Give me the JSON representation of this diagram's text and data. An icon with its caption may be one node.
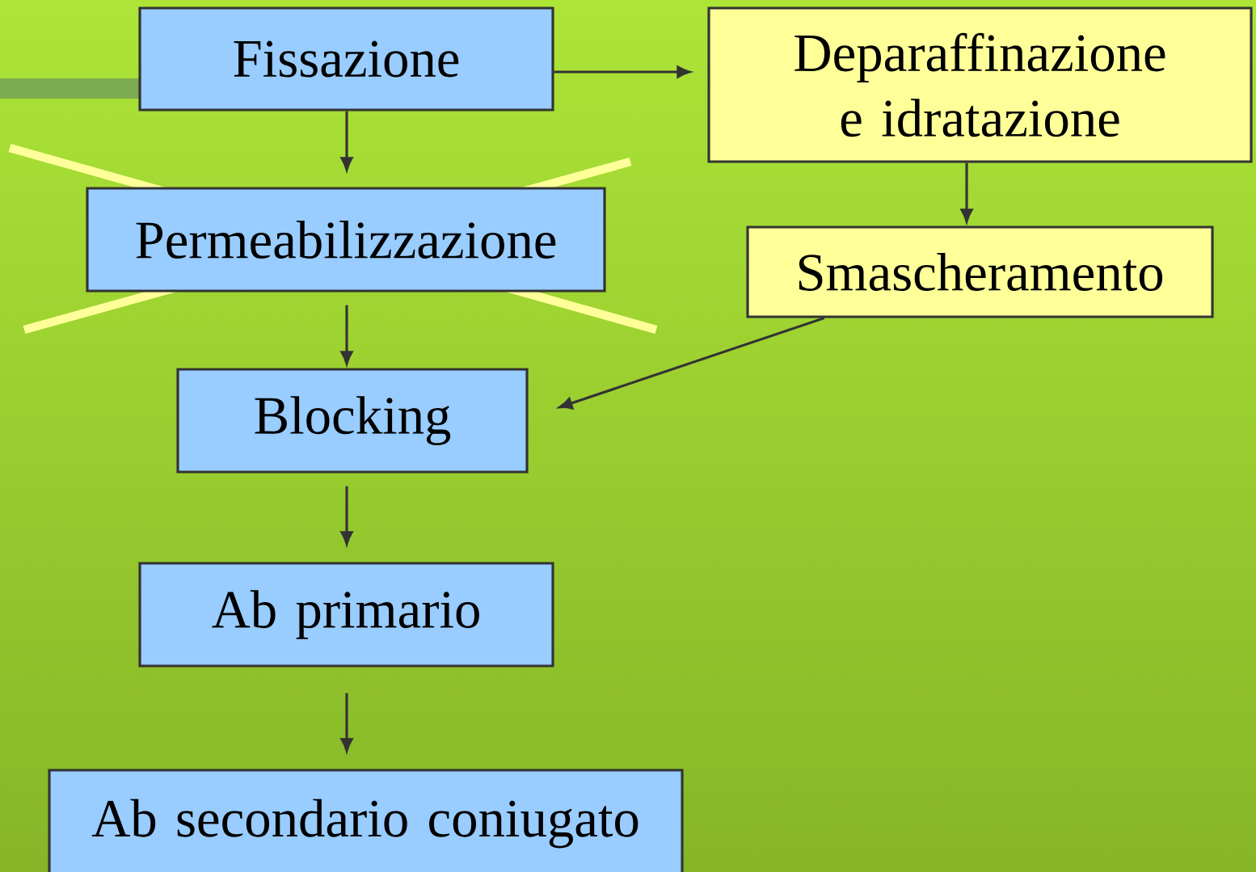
{
  "diagram": {
    "nodes": [
      {
        "text": [
          "Fissazione"
        ]
      },
      {
        "text": [
          "Permeabilizzazione"
        ]
      },
      {
        "text": [
          "Blocking"
        ]
      },
      {
        "text": [
          "Ab primario"
        ]
      },
      {
        "text": [
          "Ab secondario coniugato"
        ]
      },
      {
        "text": [
          "Deparaffinazione e idratazione"
        ]
      },
      {
        "text": [
          "Smascheramento"
        ]
      }
    ],
    "edges": [
      {
        "from": 0,
        "to": 1,
        "arrow": "to"
      },
      {
        "from": 1,
        "to": 2,
        "arrow": "to"
      },
      {
        "from": 2,
        "to": 3,
        "arrow": "to"
      },
      {
        "from": 3,
        "to": 4,
        "arrow": "to"
      },
      {
        "from": 0,
        "to": 5,
        "arrow": "to"
      },
      {
        "from": 5,
        "to": 6,
        "arrow": "to"
      },
      {
        "from": 6,
        "to": 2,
        "arrow": "to"
      }
    ]
  }
}
